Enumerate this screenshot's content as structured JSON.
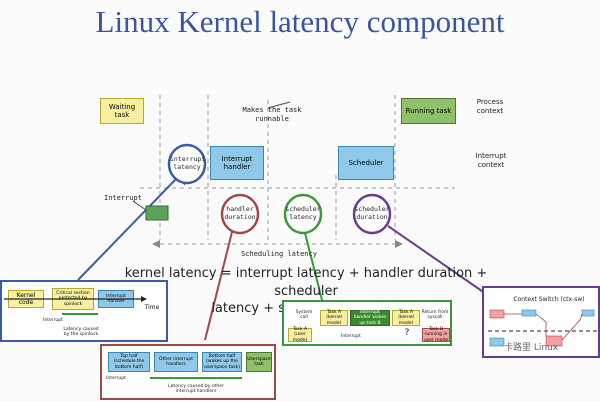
{
  "title": "Linux Kernel latency component",
  "main_diagram": {
    "waiting_task": "Waiting task",
    "running_task": "Running task",
    "makes_runnable": "Makes the task runnable",
    "process_context": "Process context",
    "interrupt_context": "Interrupt context",
    "interrupt_latency": "interrupt latency",
    "interrupt_handler": "Interrupt handler",
    "scheduler": "Scheduler",
    "interrupt": "Interrupt",
    "handler_duration": "handler duration",
    "scheduler_latency": "scheduler latency",
    "scheduler_duration": "scheduler duration",
    "scheduling_latency": "Scheduling latency"
  },
  "equation": {
    "line1": "kernel latency = interrupt latency + handler duration + scheduler",
    "line2": "latency + scheduler duration"
  },
  "panel_blue": {
    "kernel_code": "Kernel code",
    "critical_section": "Critical section protected by spinlock",
    "interrupt_handler": "Interrupt handler",
    "time": "Time",
    "interrupt": "Interrupt",
    "caption": "Latency caused by the spinlock"
  },
  "panel_red": {
    "top_half": "Top half (schedule the bottom half)",
    "other_handlers": "Other interrupt handlers",
    "bottom_half": "Bottom half (wakes up the userspace task)",
    "userspace_task": "Userspace task",
    "interrupt": "Interrupt",
    "caption": "Latency caused by other interrupt handlers"
  },
  "panel_green": {
    "task_a_kernel": "Task A (kernel mode)",
    "handler_wakes": "Interrupt handler wakes up task B",
    "task_a_kernel2": "Task A (kernel mode)",
    "task_a_user": "Task A (user mode)",
    "task_b_user": "Task B running in user mode",
    "system_call": "System call",
    "return_syscall": "Return from syscall",
    "interrupt": "Interrupt",
    "question": "?"
  },
  "panel_purple": {
    "title": "Context Switch (ctx-sw)",
    "watermark": "卡路里 Linux"
  },
  "colors": {
    "title": "#3a54a0",
    "waiting": "#f7f0a0",
    "running": "#8fc06a",
    "handler": "#8fc8e8",
    "blue_arrow": "#3a5ca8",
    "red_arrow": "#a04040",
    "green_arrow": "#3a8a30",
    "purple_arrow": "#6a3a98"
  }
}
